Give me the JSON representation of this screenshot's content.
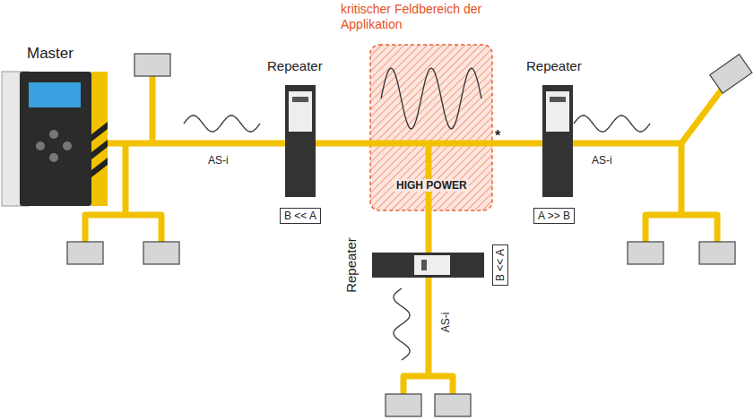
{
  "diagram": {
    "nodes": [
      {
        "text": [
          "Master"
        ]
      },
      {
        "text": [
          "Repeater",
          "B << A"
        ]
      },
      {
        "text": [
          "kritischer Feldbereich der Applikation",
          "HIGH POWER"
        ]
      },
      {
        "text": [
          "Repeater",
          "A >> B"
        ]
      },
      {
        "text": [
          "Repeater",
          "B << A"
        ]
      }
    ],
    "edges": [
      {
        "from": 0,
        "to": 1,
        "arrow": "none",
        "label": "AS-i"
      },
      {
        "from": 1,
        "to": 2,
        "arrow": "none"
      },
      {
        "from": 2,
        "to": 3,
        "arrow": "none"
      },
      {
        "from": 2,
        "to": 4,
        "arrow": "none"
      }
    ],
    "labels": [
      "*",
      "AS-i",
      "AS-i"
    ]
  }
}
